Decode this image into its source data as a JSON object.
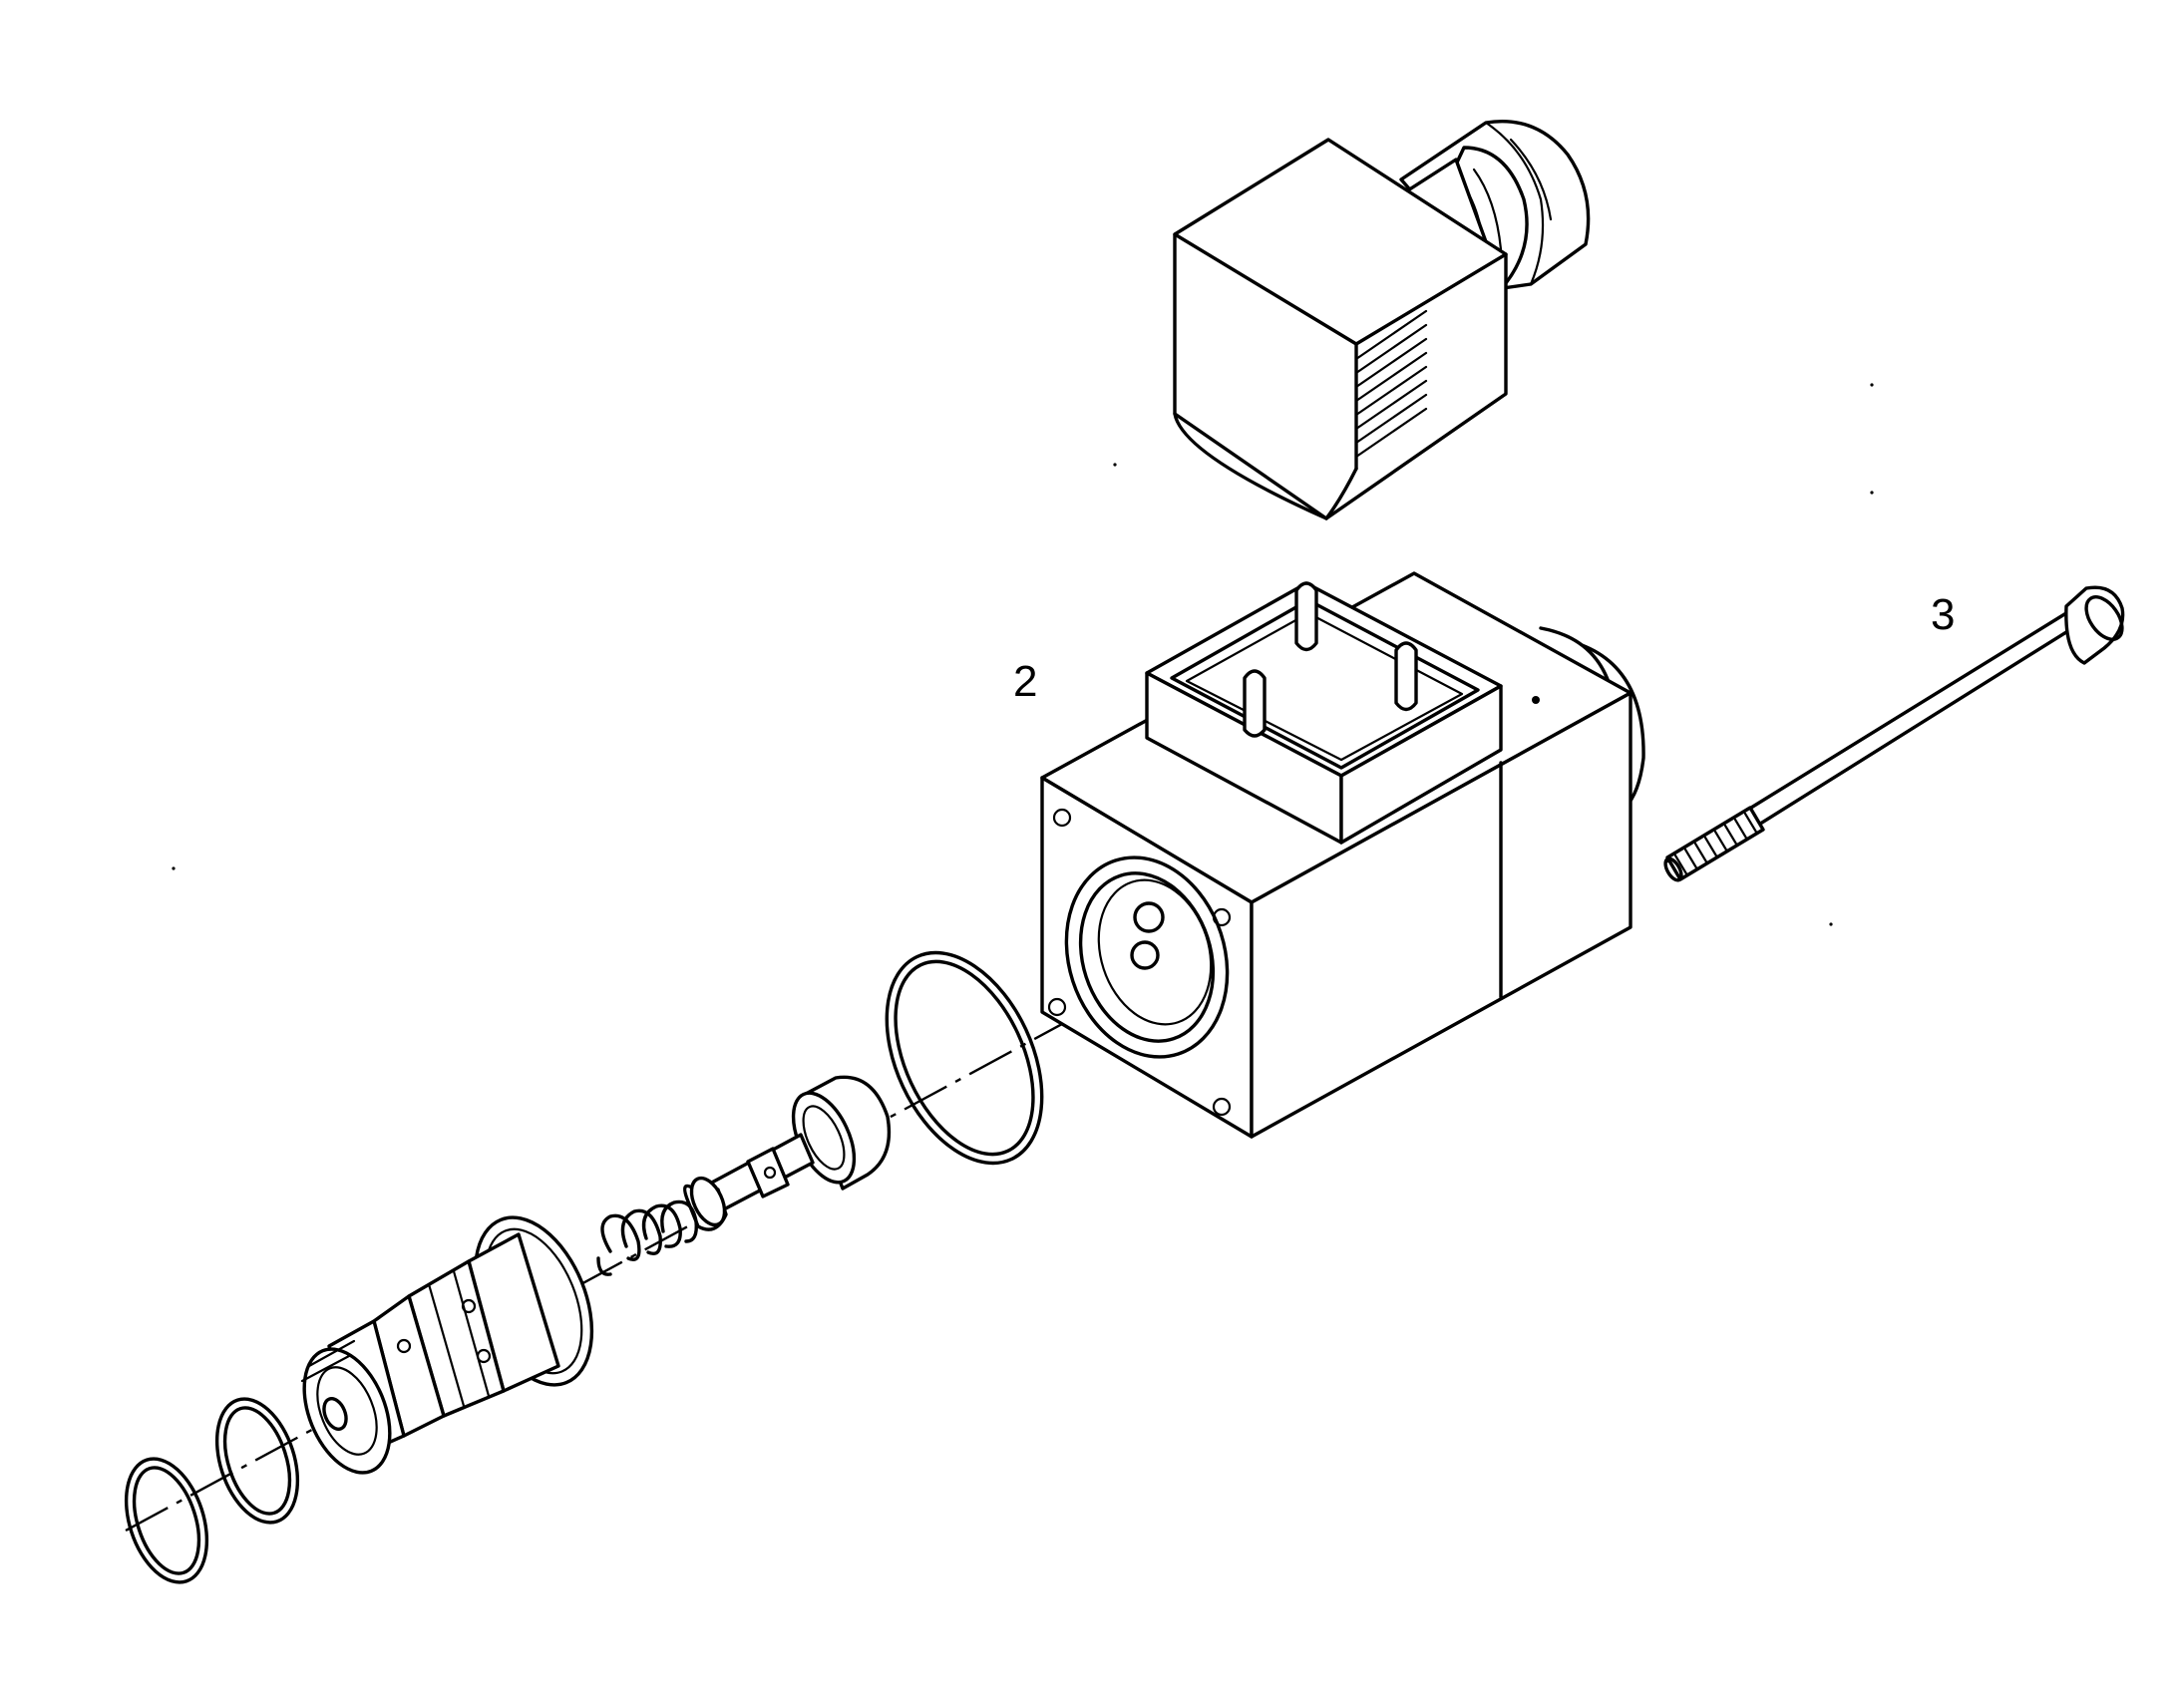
{
  "callouts": {
    "item_2": "2",
    "item_3": "3"
  },
  "parts": [
    {
      "key": "plug_connector",
      "icon": "plug-connector-icon"
    },
    {
      "key": "solenoid_coil",
      "icon": "solenoid-coil-icon"
    },
    {
      "key": "long_bolt",
      "icon": "bolt-icon"
    },
    {
      "key": "large_o_ring",
      "icon": "o-ring-icon"
    },
    {
      "key": "plunger",
      "icon": "plunger-icon"
    },
    {
      "key": "spring",
      "icon": "spring-icon"
    },
    {
      "key": "valve_cartridge",
      "icon": "cartridge-icon"
    },
    {
      "key": "small_o_ring_1",
      "icon": "o-ring-icon"
    },
    {
      "key": "small_o_ring_2",
      "icon": "o-ring-icon"
    }
  ],
  "colors": {
    "ink": "#000000",
    "paper": "#ffffff"
  }
}
